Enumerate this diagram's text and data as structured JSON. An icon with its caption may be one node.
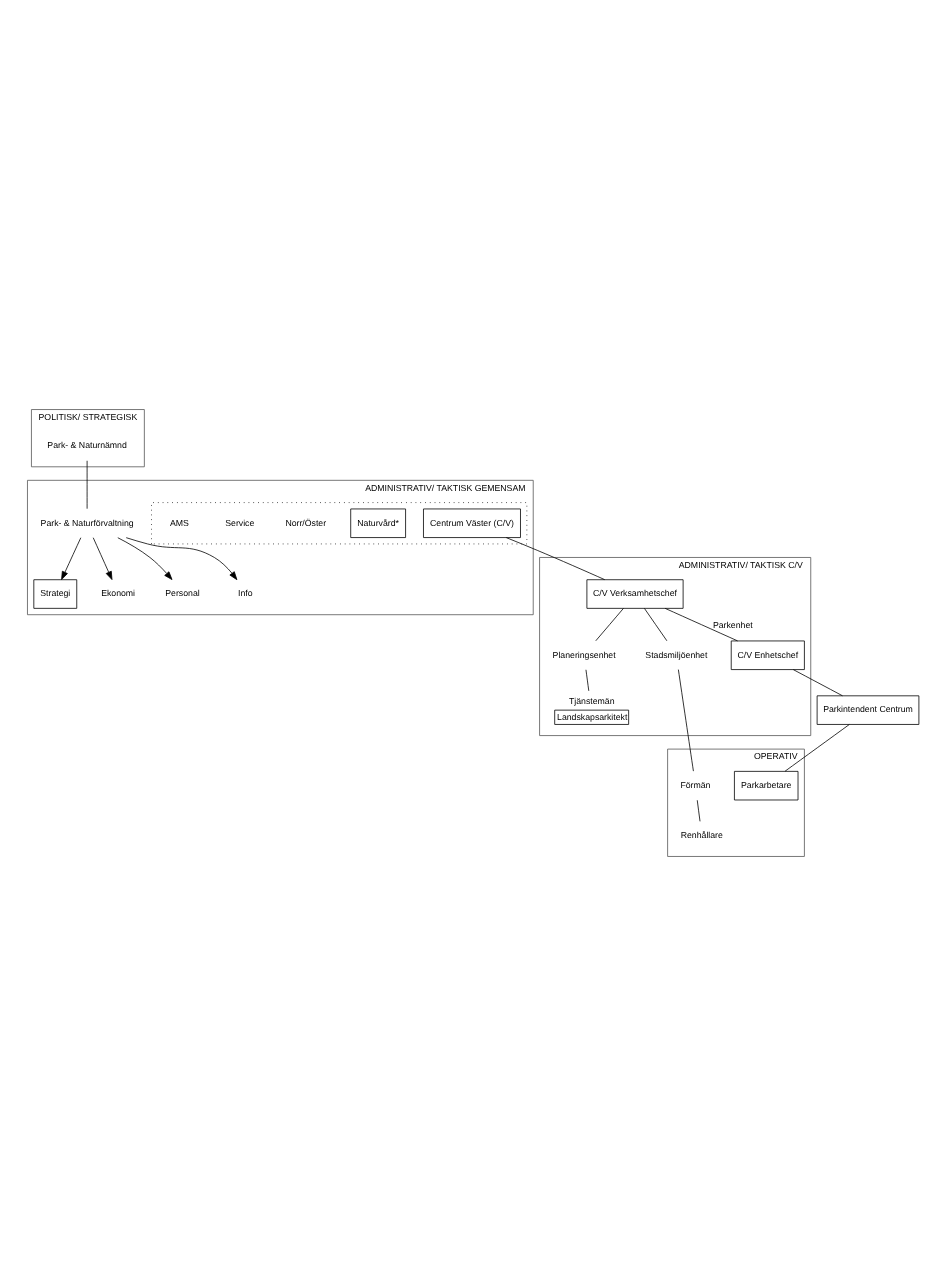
{
  "diagram": {
    "nodes": [
      {
        "text": [
          "POLITISK/ STRATEGISK"
        ]
      },
      {
        "text": [
          "Park- & Naturnämnd"
        ],
        "in": 0
      },
      {
        "text": [
          "ADMINISTRATIV/ TAKTISK GEMENSAM"
        ]
      },
      {
        "text": [
          "Park- & Naturförvaltning"
        ],
        "in": 2
      },
      {
        "text": [
          "Strategi"
        ],
        "in": 2
      },
      {
        "text": [
          "Ekonomi"
        ],
        "in": 2
      },
      {
        "text": [
          "Personal"
        ],
        "in": 2
      },
      {
        "text": [
          "Info"
        ],
        "in": 2
      },
      {
        "text": [],
        "shape": "box",
        "in": 2
      },
      {
        "text": [
          "Centrum Väster (C/V)"
        ],
        "in": 8
      },
      {
        "text": [
          "Naturvård*"
        ],
        "in": 8
      },
      {
        "text": [
          "Norr/Öster"
        ],
        "in": 8
      },
      {
        "text": [
          "Service"
        ],
        "in": 8
      },
      {
        "text": [
          "AMS"
        ],
        "in": 8
      },
      {
        "text": [
          "ADMINISTRATIV/ TAKTISK C/V"
        ]
      },
      {
        "text": [
          "C/V Verksamhetschef"
        ],
        "in": 14
      },
      {
        "text": [
          "Stadsmiljöenhet"
        ],
        "in": 14
      },
      {
        "text": [
          "Planeringsenhet"
        ],
        "in": 14
      },
      {
        "text": [
          "C/V Enhetschef"
        ],
        "in": 14
      },
      {
        "text": [
          "Tjänstemän",
          "Landskapsarkitekt"
        ],
        "in": 14
      },
      {
        "text": [
          "Parkintendent Centrum"
        ]
      },
      {
        "text": [
          "OPERATIV"
        ]
      },
      {
        "text": [
          "Förmän"
        ],
        "in": 21
      },
      {
        "text": [
          "Renhållare"
        ],
        "in": 21
      },
      {
        "text": [
          "Parkarbetare"
        ],
        "in": 21
      }
    ],
    "edges": [
      {
        "from": 1,
        "to": 3,
        "arrow": "none"
      },
      {
        "from": 3,
        "to": 4,
        "arrow": "to"
      },
      {
        "from": 3,
        "to": 5,
        "arrow": "to"
      },
      {
        "from": 3,
        "to": 6,
        "arrow": "to"
      },
      {
        "from": 3,
        "to": 7,
        "arrow": "to"
      },
      {
        "from": 9,
        "to": 15,
        "arrow": "none"
      },
      {
        "from": 15,
        "to": 18,
        "arrow": "none",
        "label": "Parkenhet"
      },
      {
        "from": 15,
        "to": 16,
        "arrow": "none"
      },
      {
        "from": 15,
        "to": 17,
        "arrow": "none"
      },
      {
        "from": 17,
        "to": 19,
        "arrow": "none"
      },
      {
        "from": 16,
        "to": 22,
        "arrow": "none"
      },
      {
        "from": 18,
        "to": 20,
        "arrow": "none"
      },
      {
        "from": 20,
        "to": 24,
        "arrow": "none"
      },
      {
        "from": 22,
        "to": 23,
        "arrow": "none"
      }
    ]
  }
}
